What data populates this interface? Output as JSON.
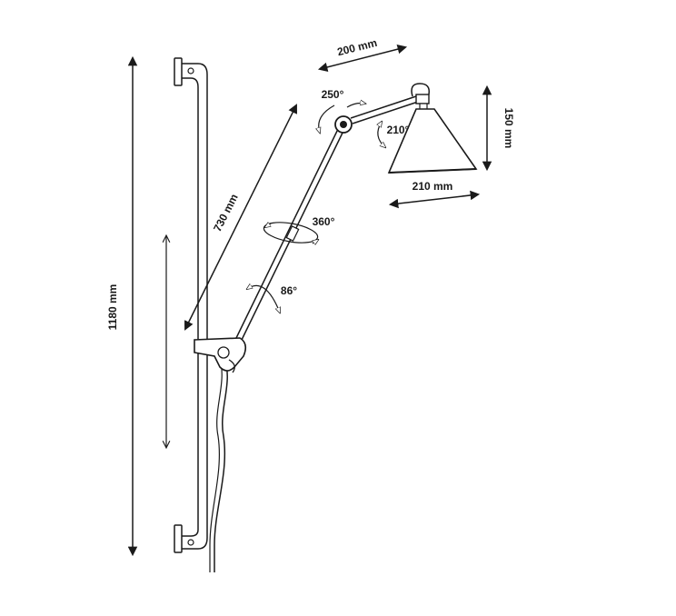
{
  "diagram": {
    "labels": {
      "arm_length": "730 mm",
      "total_height": "1180 mm",
      "upper_arm_length": "200 mm",
      "shade_height": "150 mm",
      "shade_width": "210 mm",
      "elbow_rotation": "250°",
      "shade_tilt": "210°",
      "arm_swivel": "360°",
      "base_tilt": "86°"
    },
    "colors": {
      "ink": "#1a1a1a",
      "background": "#ffffff"
    }
  }
}
